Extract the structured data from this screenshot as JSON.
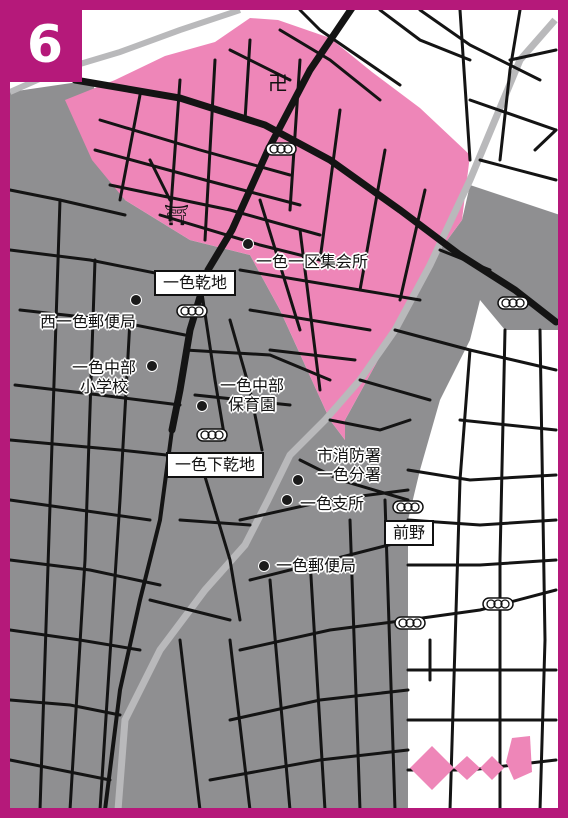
{
  "map_number": "6",
  "colors": {
    "frame": "#b5197a",
    "highlight_area": "#ee86b8",
    "grey_area": "#8f8f91",
    "road": "#141414",
    "rail": "#b9b9bb",
    "white": "#ffffff"
  },
  "symbols": {
    "temple": "卍",
    "shrine": "⛩"
  },
  "labels": {
    "isshiki_ikku_hall": "一色一区集会所",
    "nishi_isshiki_post": "西一色郵便局",
    "isshiki_chubu_elementary_1": "一色中部",
    "isshiki_chubu_elementary_2": "小学校",
    "isshiki_chubu_nursery_1": "一色中部",
    "isshiki_chubu_nursery_2": "保育園",
    "fire_station_1": "市消防署",
    "fire_station_2": "一色分署",
    "isshiki_branch": "一色支所",
    "isshiki_post": "一色郵便局"
  },
  "boxed_labels": {
    "isshiki_inui_chi": "一色乾地",
    "isshiki_shimo_inui_chi": "一色下乾地",
    "maeno": "前野"
  },
  "icons": {
    "place_marker": "place-marker-dot-icon",
    "traffic_signal": "traffic-signal-icon"
  }
}
